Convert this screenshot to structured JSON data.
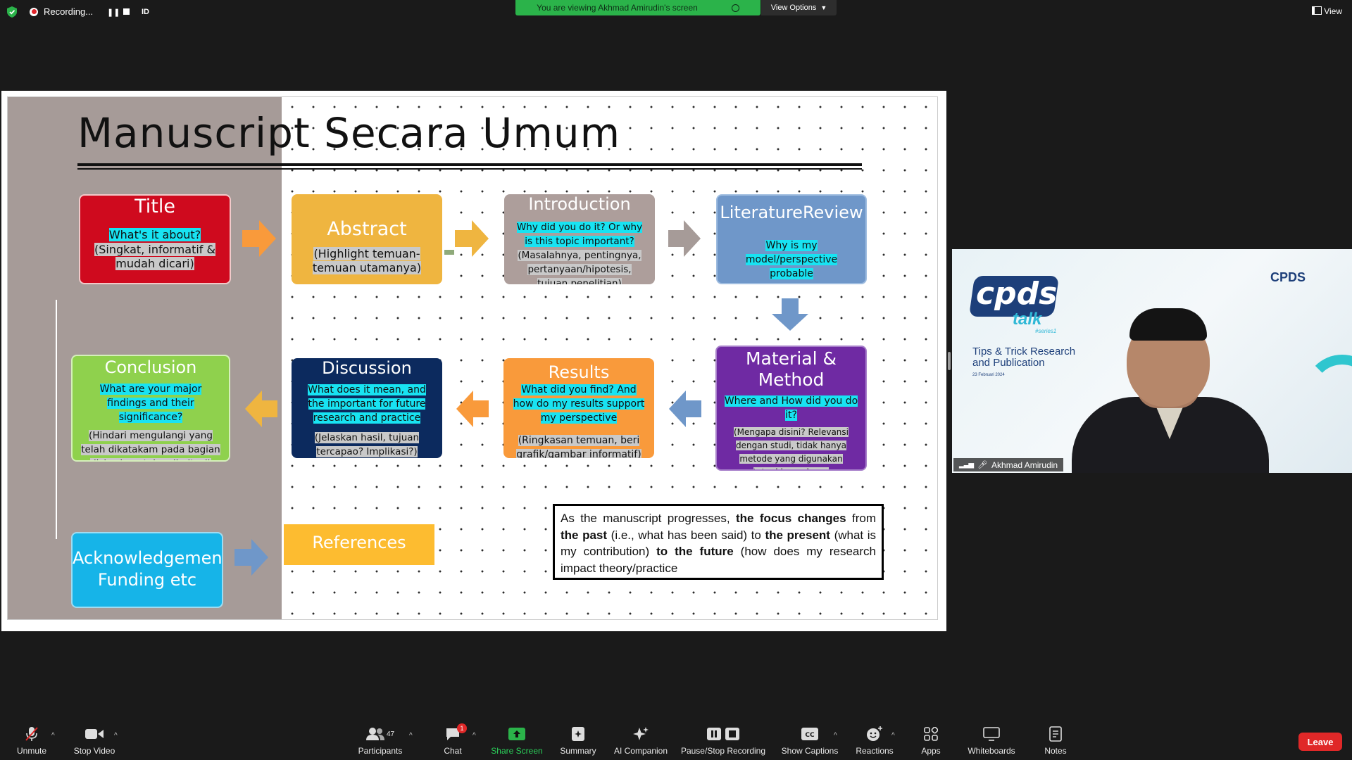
{
  "top_bar": {
    "recording_label": "Recording...",
    "id_label": "ID",
    "viewing_banner": "You are viewing Akhmad Amirudin's screen",
    "view_options_label": "View Options",
    "view_label": "View"
  },
  "slide": {
    "title": "Manuscript Secara Umum",
    "title_box": {
      "heading": "Title",
      "question": "What's it about?",
      "note": "(Singkat, informatif & mudah dicari)"
    },
    "abstract_box": {
      "heading": "Abstract",
      "note": "(Highlight temuan-temuan utamanya)"
    },
    "introduction_box": {
      "heading": "Introduction",
      "question": "Why did you do it? Or why is this topic important?",
      "note": "(Masalahnya, pentingnya, pertanyaan/hipotesis, tujuan penelitian)"
    },
    "literature_box": {
      "heading": "LiteratureReview",
      "question": "Why is my model/perspective probable"
    },
    "method_box": {
      "heading": "Material & Method",
      "question": "Where and How did you do it?",
      "note": "(Mengapa disini? Relevansi dengan studi, tidak hanya metode yang digunakan tetapi juga alasan penggunaanya)"
    },
    "results_box": {
      "heading": "Results",
      "question": "What did you find? And how do my results support my perspective",
      "note": "(Ringkasan temuan, beri grafik/gambar informatif)"
    },
    "discussion_box": {
      "heading": "Discussion",
      "question": "What does it mean, and the important for future research and practice",
      "note": "(Jelaskan hasil, tujuan tercapao? Implikasi?)"
    },
    "conclusion_box": {
      "heading": "Conclusion",
      "question": "What are your major findings and their significance?",
      "note": "(Hindari mengulangi yang telah dikatakam pada bagian diskusi, sertakan limitasi)"
    },
    "acknowledgement_box": {
      "heading": "Acknowledgement, Funding etc"
    },
    "references_box": {
      "heading": "References"
    },
    "note_parts": {
      "p1": "As the manuscript progresses, ",
      "p2": "the focus changes",
      "p3": " from ",
      "p4": "the past",
      "p5": " (i.e., what has been said) to ",
      "p6": "the present",
      "p7": " (what is my contribution) ",
      "p8": "to the future",
      "p9": " (how does my research impact theory/practice"
    }
  },
  "video": {
    "participant_name": "Akhmad Amirudin",
    "logo_text": "cpds",
    "logo_sub": "talk",
    "logo_series": "#series1",
    "brand": "CPDS",
    "event_title": "Tips & Trick Research and Publication",
    "event_date": "23 Februari 2024"
  },
  "toolbar": {
    "unmute": "Unmute",
    "stop_video": "Stop Video",
    "participants": "Participants",
    "participants_count": "47",
    "chat": "Chat",
    "chat_badge": "1",
    "share_screen": "Share Screen",
    "summary": "Summary",
    "ai_companion": "AI Companion",
    "pause_stop_recording": "Pause/Stop Recording",
    "show_captions": "Show Captions",
    "reactions": "Reactions",
    "apps": "Apps",
    "whiteboards": "Whiteboards",
    "notes": "Notes",
    "leave": "Leave"
  },
  "colors": {
    "zoom_green": "#2bb34a",
    "leave_red": "#e02828",
    "title_red": "#cf0a1e",
    "abstract_gold": "#efb540",
    "intro_gray": "#ad9e9b",
    "lit_blue": "#6f97c9",
    "method_purple": "#6f2aa3",
    "results_orange": "#f99a3b",
    "discussion_navy": "#0c2a5e",
    "conclusion_green": "#8fd14d",
    "ack_cyan": "#16b4e8",
    "refs_gold": "#fdbc30",
    "highlight_cyan": "#18e3f2"
  }
}
